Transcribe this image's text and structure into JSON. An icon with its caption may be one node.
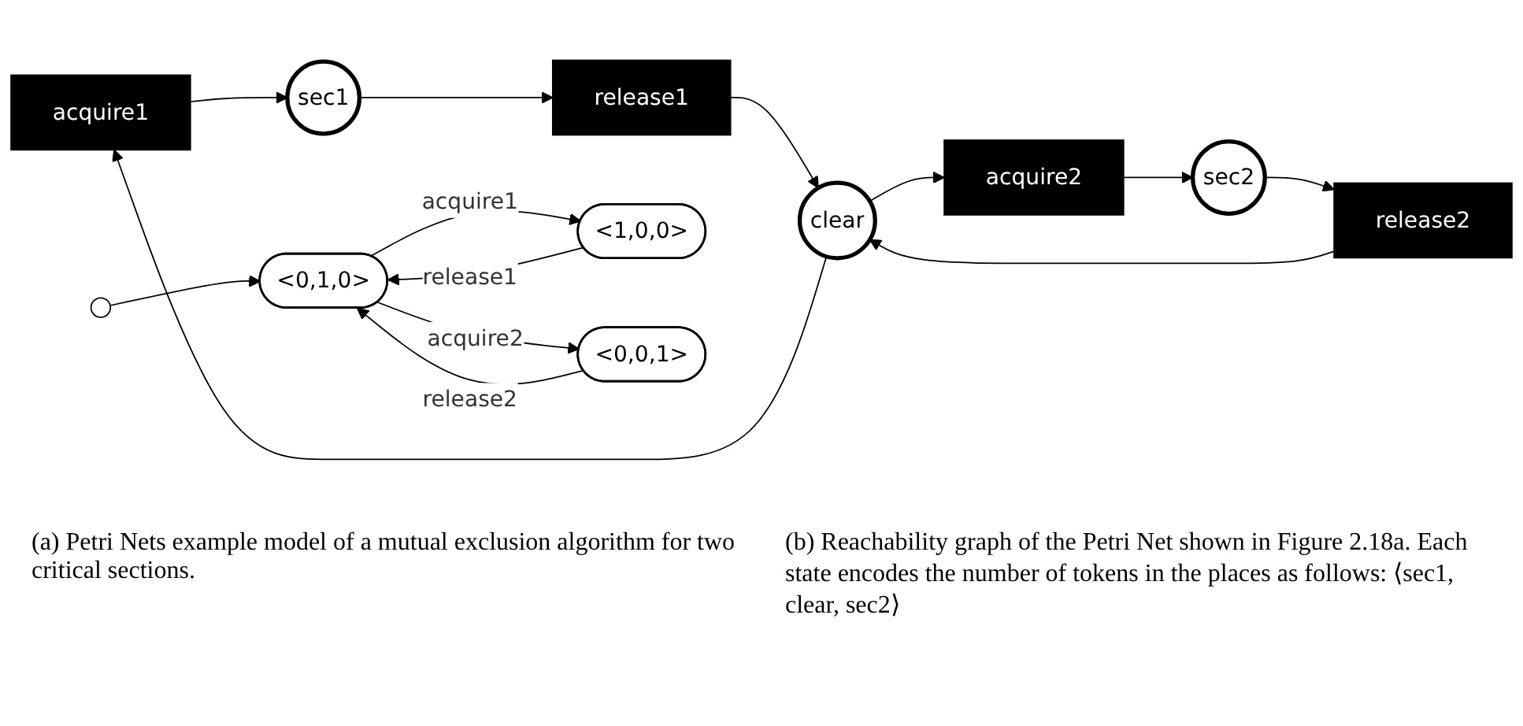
{
  "diagram": {
    "nodes": [
      {
        "text": [
          "acquire1"
        ]
      },
      {
        "text": [
          "acquire2"
        ]
      },
      {
        "text": [
          "sec1"
        ]
      },
      {
        "text": [
          "clear"
        ]
      },
      {
        "text": [
          "sec2"
        ]
      },
      {
        "text": [
          "release1"
        ]
      },
      {
        "text": [
          "release2"
        ]
      },
      {
        "text": [],
        "shape": "circle"
      },
      {
        "text": [
          "<0,1,0>"
        ]
      },
      {
        "text": [
          "<1,0,0>"
        ]
      },
      {
        "text": [
          "<0,0,1>"
        ]
      }
    ],
    "edges": [
      {
        "from": 3,
        "to": 0,
        "arrow": "to"
      },
      {
        "from": 0,
        "to": 2,
        "arrow": "to"
      },
      {
        "from": 2,
        "to": 5,
        "arrow": "to"
      },
      {
        "from": 5,
        "to": 3,
        "arrow": "to"
      },
      {
        "from": 3,
        "to": 1,
        "arrow": "to"
      },
      {
        "from": 1,
        "to": 4,
        "arrow": "to"
      },
      {
        "from": 4,
        "to": 6,
        "arrow": "to"
      },
      {
        "from": 6,
        "to": 3,
        "arrow": "to"
      },
      {
        "from": 7,
        "to": 8,
        "arrow": "to"
      },
      {
        "from": 8,
        "to": 9,
        "label": "acquire1",
        "arrow": "to"
      },
      {
        "from": 9,
        "to": 8,
        "label": "release1",
        "arrow": "to"
      },
      {
        "from": 8,
        "to": 10,
        "label": "acquire2",
        "arrow": "to"
      },
      {
        "from": 10,
        "to": 8,
        "label": "release2",
        "arrow": "to"
      }
    ],
    "labels": [
      "(a) Petri Nets example model of a mutual exclusion algorithm for two critical sections.",
      "(b) Reachability graph of the Petri Net shown in Figure 2.18a. Each state encodes the number of tokens in the places as follows: ⟨sec1, clear, sec2⟩"
    ]
  }
}
